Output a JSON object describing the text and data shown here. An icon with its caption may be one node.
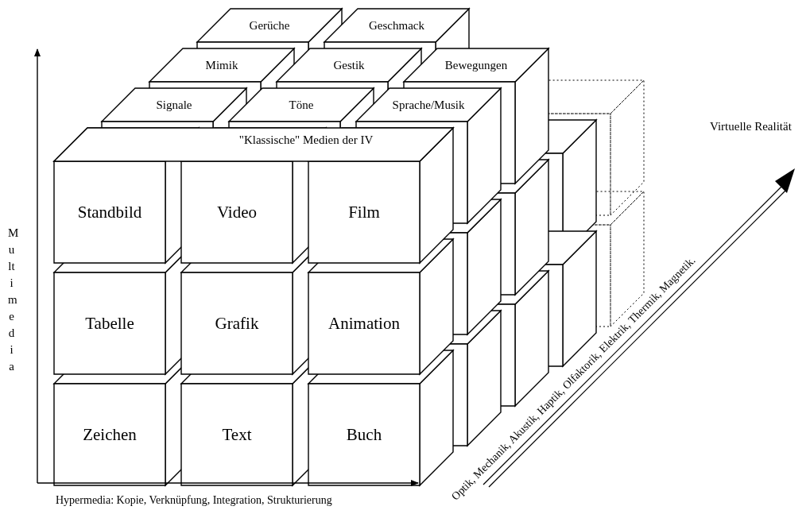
{
  "diagram": {
    "nodes": [
      {
        "text": [
          "Gerüche"
        ]
      },
      {
        "text": [
          "Geschmack"
        ]
      },
      {
        "text": [
          "Mimik"
        ]
      },
      {
        "text": [
          "Gestik"
        ]
      },
      {
        "text": [
          "Bewegungen"
        ]
      },
      {
        "text": [
          "Signale"
        ]
      },
      {
        "text": [
          "Töne"
        ]
      },
      {
        "text": [
          "Sprache/Musik"
        ]
      },
      {
        "text": [
          "Standbild"
        ]
      },
      {
        "text": [
          "Video"
        ]
      },
      {
        "text": [
          "Film"
        ]
      },
      {
        "text": [
          "Tabelle"
        ]
      },
      {
        "text": [
          "Grafik"
        ]
      },
      {
        "text": [
          "Animation"
        ]
      },
      {
        "text": [
          "Zeichen"
        ]
      },
      {
        "text": [
          "Text"
        ]
      },
      {
        "text": [
          "Buch"
        ]
      }
    ],
    "labels": [
      "\"Klassische\" Medien der IV",
      "Virtuelle Realität",
      "Multimedia",
      "Optik, Mechanik, Akustik, Haptik, Olfaktorik, Elektrik, Thermik, Magnetik.",
      "Hypermedia: Kopie, Verknüpfung, Integration, Strukturierung"
    ]
  }
}
